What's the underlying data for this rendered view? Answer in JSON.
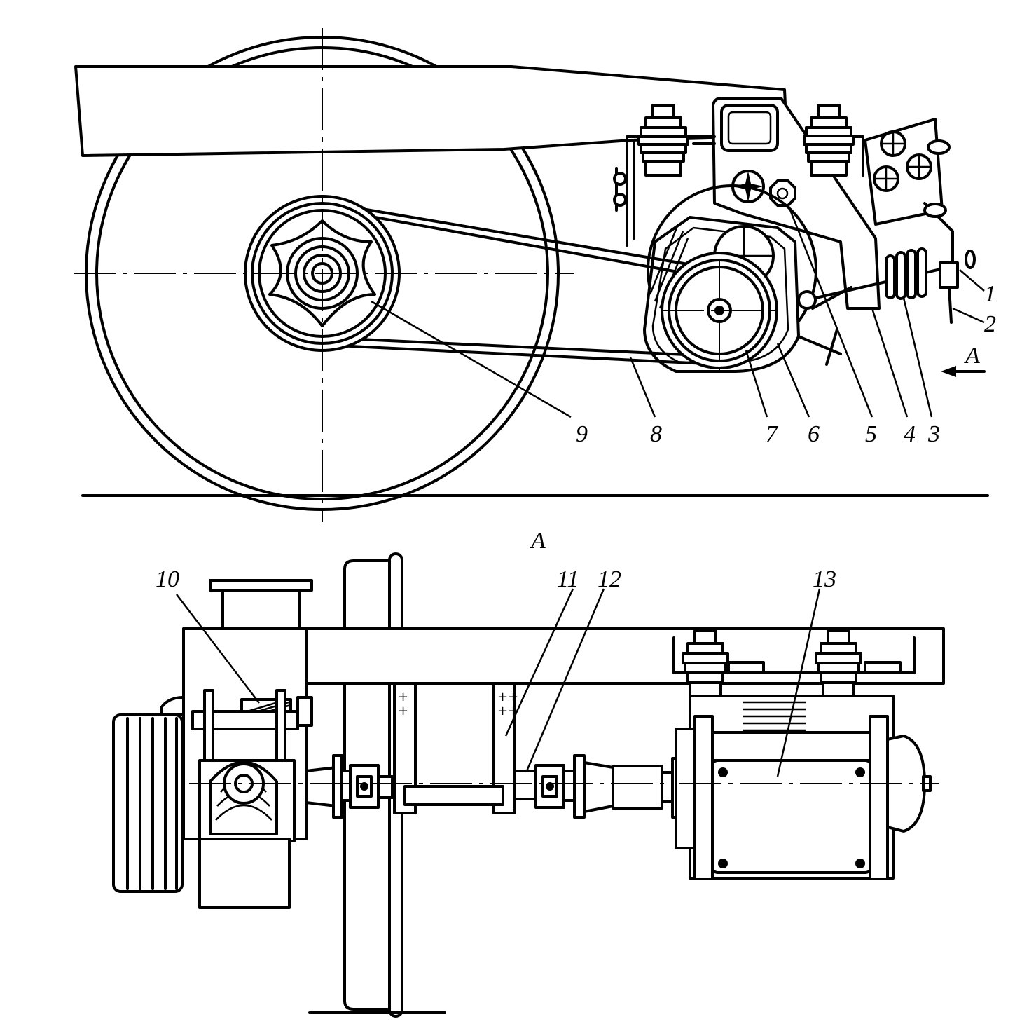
{
  "diagram": {
    "view_a_title": "A",
    "view_a_arrow_label": "A",
    "labels": {
      "l1": "1",
      "l2": "2",
      "l3": "3",
      "l4": "4",
      "l5": "5",
      "l6": "6",
      "l7": "7",
      "l8": "8",
      "l9": "9",
      "l10": "10",
      "l11": "11",
      "l12": "12",
      "l13": "13"
    }
  }
}
